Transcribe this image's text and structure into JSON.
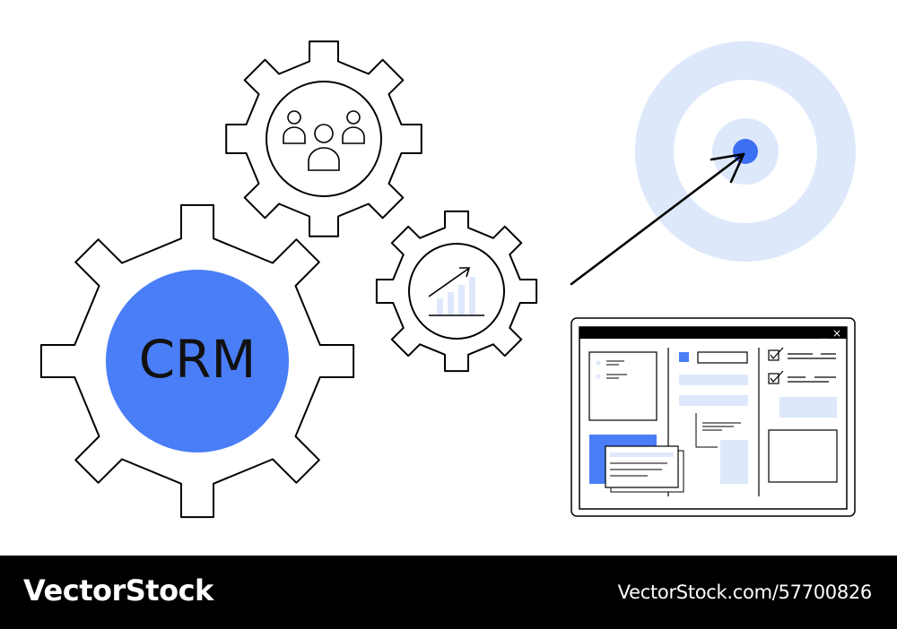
{
  "illustration": {
    "crm_gear": {
      "label": "CRM",
      "fill_color": "#4a7ef7"
    },
    "people_gear": {
      "icon": "people-group-icon"
    },
    "growth_gear": {
      "icon": "growth-chart-icon"
    },
    "target": {
      "icon": "target-icon",
      "accent": "#3d6ff4",
      "ring_color": "#dde8fb"
    },
    "dashboard_window": {
      "icon": "dashboard-window-icon",
      "controls": [
        "_",
        "×"
      ]
    }
  },
  "footer": {
    "brand": "VectorStock",
    "image_ref": "VectorStock.com/57700826"
  },
  "colors": {
    "blue": "#4a7ef7",
    "light_blue": "#dde8fb",
    "ink": "#000000"
  }
}
